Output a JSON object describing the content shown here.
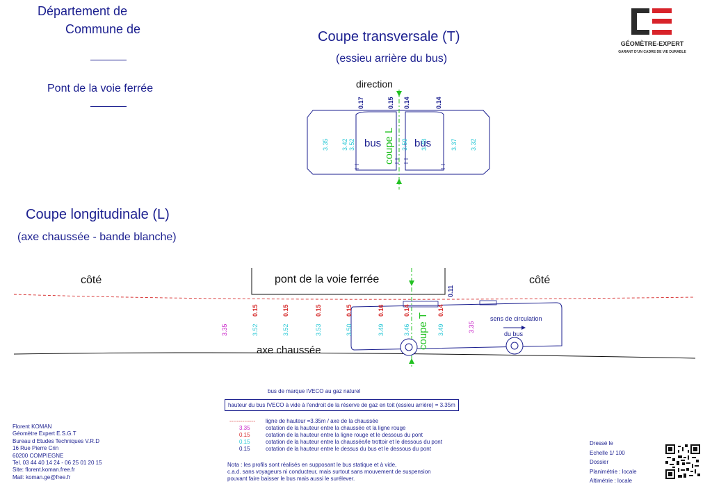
{
  "header": {
    "departement": "Département de",
    "commune": "Commune de",
    "subject": "Pont de la voie ferrée"
  },
  "transversal": {
    "title": "Coupe transversale (T)",
    "subtitle": "(essieu arrière du bus)",
    "direction": "direction",
    "cut_label": "coupe L",
    "bus_left": "bus",
    "bus_right": "bus",
    "top_values": [
      "0.17",
      "0.15",
      "0.14",
      "0.14"
    ],
    "cyan_values": [
      "3.35",
      "3.42",
      "3.52",
      "3.50",
      "3.48",
      "3.37",
      "3.32"
    ]
  },
  "longitudinal": {
    "title": "Coupe longitudinale (L)",
    "subtitle": "(axe chaussée - bande blanche)",
    "side_left": "côté",
    "side_right": "côté",
    "bridge_label": "pont de la voie ferrée",
    "road_label": "axe chaussée",
    "cut_label": "coupe T",
    "clearance_top": "0.11",
    "red_values": [
      "0.15",
      "0.15",
      "0.15",
      "0.15",
      "0.16",
      "0.14",
      "0.14"
    ],
    "cyan_values": [
      "3.52",
      "3.52",
      "3.53",
      "3.50",
      "3.49",
      "3.46",
      "3.49"
    ],
    "magenta_values": [
      "3.35",
      "3.35"
    ],
    "direction_note": "sens de circulation",
    "direction_note2": "du bus"
  },
  "notes": {
    "bus_brand": "bus de marque IVECO au gaz naturel",
    "bus_height": "hauteur du bus IVECO à vide à l'endroit de la réserve de gaz en toit (essieu arrière) = 3.35m",
    "legend": [
      {
        "key": "--------------",
        "text": "ligne de hauteur =3.35m / axe de la chaussée",
        "color": "#d62b2b"
      },
      {
        "key": "3.35",
        "text": "cotation de la hauteur entre la chaussée et la ligne rouge",
        "color": "#c71fc7"
      },
      {
        "key": "0.15",
        "text": "cotation de la hauteur entre la ligne rouge et le dessous du pont",
        "color": "#d62b2b"
      },
      {
        "key": "0.15",
        "text": "cotation de la hauteur entre la chaussée/le trottoir et le dessous du pont",
        "color": "#2bc8d6"
      },
      {
        "key": "0.15",
        "text": "cotation de la hauteur entre le dessus du bus et le dessous du pont",
        "color": "#1b1f8f"
      }
    ],
    "nota": [
      "Nota : les profils sont réalisés en supposant le bus statique et à vide,",
      "c.a.d. sans voyageurs ni conducteur, mais surtout sans mouvement de suspension",
      "pouvant faire baisser le bus mais aussi le surélever."
    ]
  },
  "author": {
    "lines": [
      "Florent  KOMAN",
      "Géomètre Expert  E.S.G.T",
      "Bureau d Etudes Techniques V.R.D",
      "16 Rue Pierre Crin",
      "60200 COMPIEGNE",
      "Tel. 03 44 40 14 24 - 06 25 01 20 15",
      "Site: florent.koman.free.fr",
      "Mail: koman.ge@free.fr"
    ]
  },
  "meta": {
    "lines": [
      "Dressé le",
      "Echelle  1/ 100",
      "Dossier",
      "Planimétrie : locale",
      "Altimétrie : locale"
    ]
  },
  "logo": {
    "name": "GÉOMÈTRE-EXPERT",
    "tagline": "GARANT D'UN CADRE DE VIE DURABLE",
    "dark": "#2b2b2b",
    "red": "#d8232a"
  },
  "colors": {
    "navy": "#1b1f8f",
    "red": "#d62b2b",
    "cyan": "#2bc8d6",
    "magenta": "#c71fc7",
    "green": "#22c122"
  }
}
